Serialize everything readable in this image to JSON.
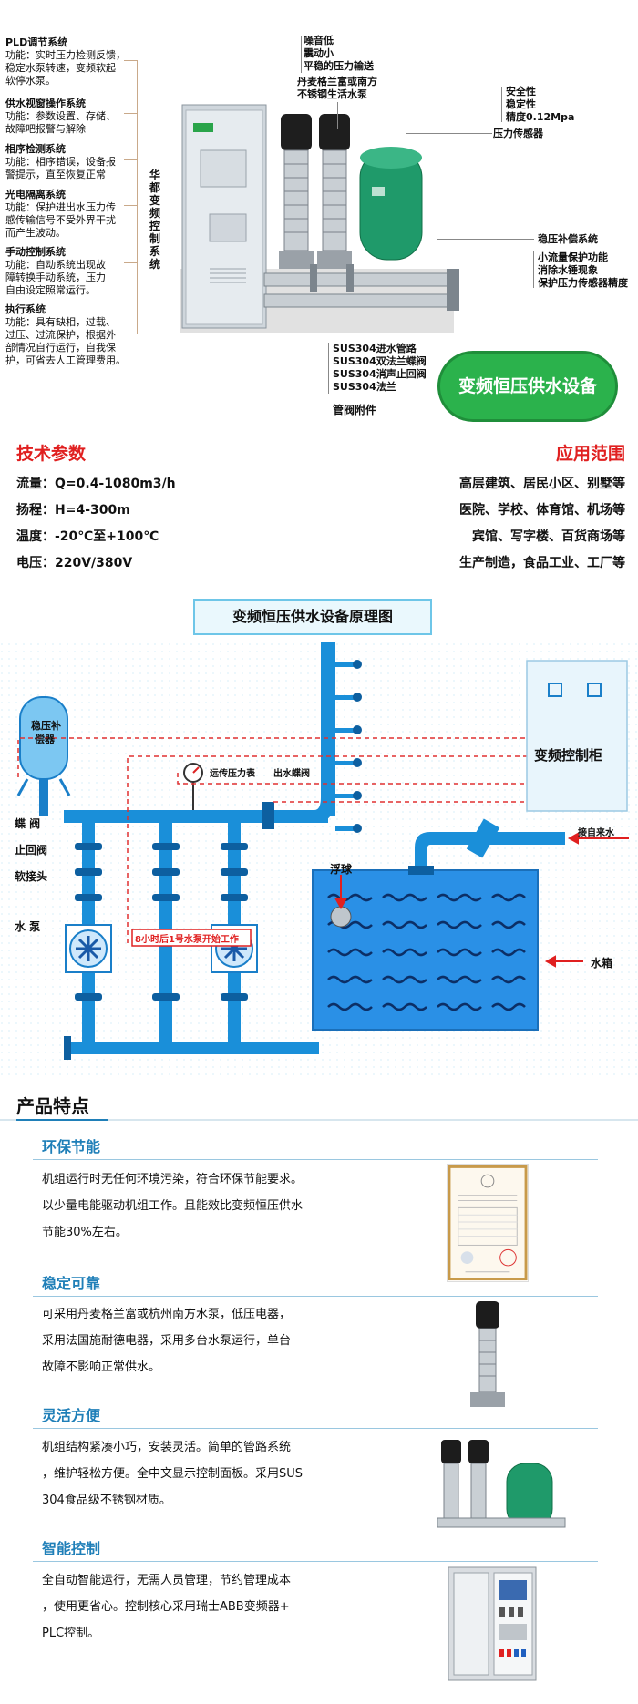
{
  "top": {
    "left_callouts": [
      {
        "title": "PLD调节系统",
        "desc": [
          "功能：实时压力检测反馈，",
          "稳定水泵转速，变频软起",
          "软停水泵。"
        ]
      },
      {
        "title": "供水视窗操作系统",
        "desc": [
          "功能：参数设置、存储、",
          "故障吧报警与解除"
        ]
      },
      {
        "title": "相序检测系统",
        "desc": [
          "功能：相序错误，设备报",
          "警提示，直至恢复正常"
        ]
      },
      {
        "title": "光电隔离系统",
        "desc": [
          "功能：保护进出水压力传",
          "感传输信号不受外界干扰",
          "而产生波动。"
        ]
      },
      {
        "title": "手动控制系统",
        "desc": [
          "功能：自动系统出现故",
          "障转换手动系统，压力",
          "自由设定照常运行。"
        ]
      },
      {
        "title": "执行系统",
        "desc": [
          "功能：具有缺相，过载、",
          "过压、过流保护，根据外",
          "部情况自行运行，自我保",
          "护，可省去人工管理费用。"
        ]
      }
    ],
    "vertical_label": "华都变频控制系统",
    "pump_features": [
      "噪音低",
      "震动小",
      "平稳的压力输送"
    ],
    "pump_brand": [
      "丹麦格兰富或南方",
      "不锈钢生活水泵"
    ],
    "sensor_features": [
      "安全性",
      "稳定性",
      "精度0.12Mpa"
    ],
    "sensor_label": "压力传感器",
    "tank_label": "稳压补偿系统",
    "tank_features": [
      "小流量保护功能",
      "消除水锤现象",
      "保护压力传感器精度"
    ],
    "pipe_items": [
      "SUS304进水管路",
      "SUS304双法兰蝶阀",
      "SUS304消声止回阀",
      "SUS304法兰"
    ],
    "pipe_label": "管阀附件",
    "bubble": "变频恒压供水设备"
  },
  "specs": {
    "title": "技术参数",
    "items": [
      "流量：Q=0.4-1080m3/h",
      "扬程：H=4-300m",
      "温度：-20℃至+100℃",
      "电压：220V/380V"
    ]
  },
  "applications": {
    "title": "应用范围",
    "items": [
      "高层建筑、居民小区、别墅等",
      "医院、学校、体育馆、机场等",
      "宾馆、写字楼、百货商场等",
      "生产制造，食品工业、工厂等"
    ]
  },
  "diagram": {
    "title": "变频恒压供水设备原理图",
    "tank_small": [
      "稳压补",
      "偿器"
    ],
    "labels": {
      "butterfly": "蝶  阀",
      "check": "止回阀",
      "soft": "软接头",
      "pump": "水  泵",
      "gauge": "远传压力表",
      "outlet_valve": "出水蝶阀",
      "cabinet": "变频控制柜",
      "float": "浮球",
      "inlet": "接自来水",
      "tank": "水箱",
      "note": "8小时后1号水泵开始工作"
    }
  },
  "features": {
    "heading": "产品特点",
    "items": [
      {
        "title": "环保节能",
        "lines": [
          "机组运行时无任何环境污染，符合环保节能要求。",
          "以少量电能驱动机组工作。且能效比变频恒压供水",
          "节能30%左右。"
        ],
        "image": "certificate"
      },
      {
        "title": "稳定可靠",
        "lines": [
          "可采用丹麦格兰富或杭州南方水泵，低压电器，",
          "采用法国施耐德电器，采用多台水泵运行，单台",
          "故障不影响正常供水。"
        ],
        "image": "single-pump"
      },
      {
        "title": "灵活方便",
        "lines": [
          "机组结构紧凑小巧，安装灵活。简单的管路系统",
          "，维护轻松方便。全中文显示控制面板。采用SUS",
          "304食品级不锈钢材质。"
        ],
        "image": "pump-set"
      },
      {
        "title": "智能控制",
        "lines": [
          "全自动智能运行，无需人员管理，节约管理成本",
          "，使用更省心。控制核心采用瑞士ABB变频器+",
          "PLC控制。"
        ],
        "image": "control-cabinet"
      }
    ]
  },
  "colors": {
    "accent_blue": "#1f7fb8",
    "red": "#e02020",
    "green": "#2bb24c",
    "pipe": "#1a8fd9",
    "water": "#2a90e6"
  }
}
